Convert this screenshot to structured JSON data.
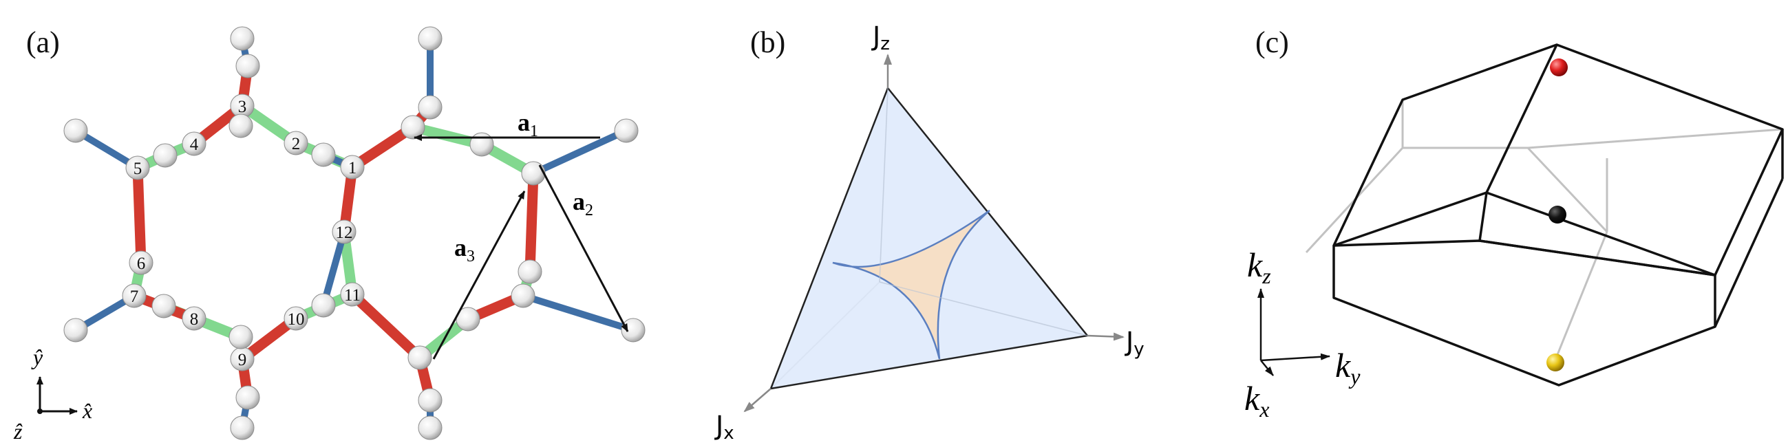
{
  "panels": {
    "a": {
      "label": "(a)",
      "site_numbers": [
        "1",
        "2",
        "3",
        "4",
        "5",
        "6",
        "7",
        "8",
        "9",
        "10",
        "11",
        "12"
      ],
      "vectors": {
        "a1_base": "a",
        "a1_sub": "1",
        "a2_base": "a",
        "a2_sub": "2",
        "a3_base": "a",
        "a3_sub": "3"
      },
      "axes": {
        "y": "ŷ",
        "x": "x̂",
        "z": "ẑ"
      },
      "colors": {
        "bond_x": "#d23a2f",
        "bond_y": "#82d88f",
        "bond_z": "#3f6fa6",
        "site": "#eeeeee"
      }
    },
    "b": {
      "label": "(b)",
      "axes": {
        "jz": "J",
        "jz_sub": "z",
        "jy": "J",
        "jy_sub": "y",
        "jx": "J",
        "jx_sub": "x"
      },
      "colors": {
        "triangle_fill": "#dbe8fb",
        "region_fill": "#f7dfc6",
        "curve": "#5b7fc0"
      }
    },
    "c": {
      "label": "(c)",
      "axes": {
        "kz": "k",
        "kz_sub": "z",
        "ky": "k",
        "ky_sub": "y",
        "kx": "k",
        "kx_sub": "x"
      },
      "points": [
        {
          "name": "top",
          "color": "#d81e1e"
        },
        {
          "name": "center",
          "color": "#111111"
        },
        {
          "name": "bottom",
          "color": "#e8c515"
        }
      ]
    }
  }
}
